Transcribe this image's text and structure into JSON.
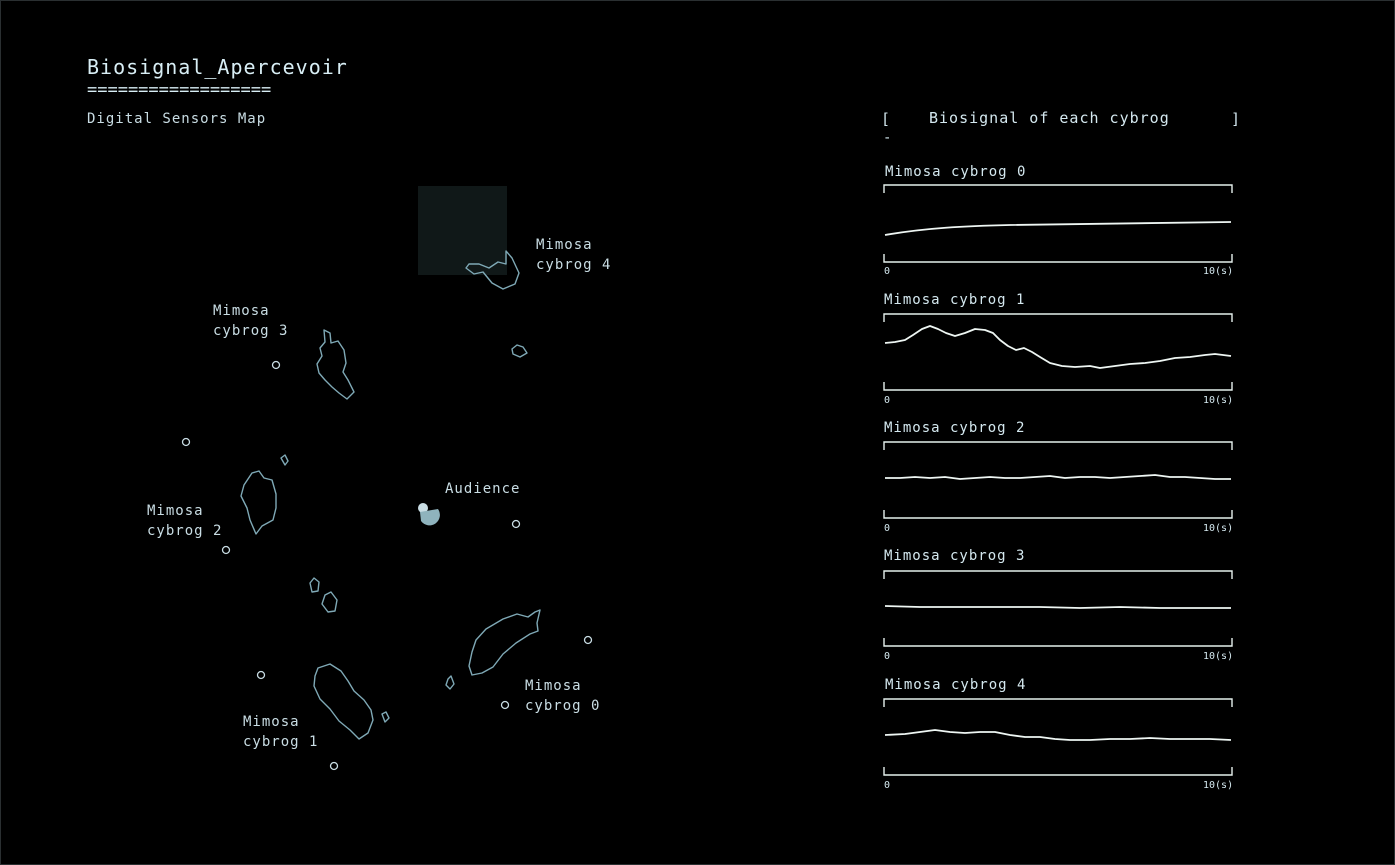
{
  "app": {
    "title": "Biosignal_Apercevoir",
    "title_rule": "==================",
    "subtitle": "Digital Sensors Map"
  },
  "colors": {
    "background": "#000000",
    "island_stroke": "#7fa9b6",
    "text": "#cfe3ea",
    "signal": "#e6f1ee",
    "selection_box": "#101818"
  },
  "map": {
    "labels": {
      "cybrog4": [
        "Mimosa",
        "cybrog 4"
      ],
      "cybrog3": [
        "Mimosa",
        "cybrog 3"
      ],
      "cybrog2": [
        "Mimosa",
        "cybrog 2"
      ],
      "cybrog1": [
        "Mimosa",
        "cybrog 1"
      ],
      "cybrog0": [
        "Mimosa",
        "cybrog 0"
      ],
      "audience": "Audience"
    }
  },
  "panel": {
    "bracket_left": "[",
    "bracket_right": "]",
    "dash": "-",
    "title": "Biosignal of each cybrog",
    "graphs": [
      {
        "label": "Mimosa cybrog 0",
        "axis_start": "0",
        "axis_end": "10(s)"
      },
      {
        "label": "Mimosa cybrog 1",
        "axis_start": "0",
        "axis_end": "10(s)"
      },
      {
        "label": "Mimosa cybrog 2",
        "axis_start": "0",
        "axis_end": "10(s)"
      },
      {
        "label": "Mimosa cybrog 3",
        "axis_start": "0",
        "axis_end": "10(s)"
      },
      {
        "label": "Mimosa cybrog 4",
        "axis_start": "0",
        "axis_end": "10(s)"
      }
    ]
  }
}
